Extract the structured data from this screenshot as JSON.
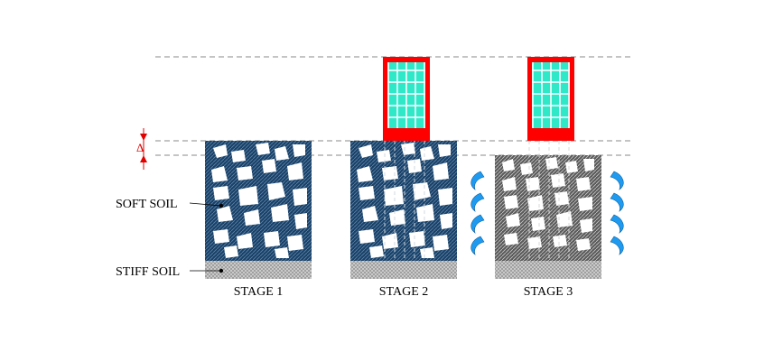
{
  "labels": {
    "soft_soil": "SOFT SOIL",
    "stiff_soil": "STIFF SOIL",
    "delta": "Δ"
  },
  "stages": [
    {
      "label": "STAGE 1"
    },
    {
      "label": "STAGE 2"
    },
    {
      "label": "STAGE 3"
    }
  ],
  "colors": {
    "soft_soil_fill": "#1b4064",
    "compressed_soil_fill": "#555555",
    "stiff_soil_fill": "#8c8c8c",
    "building_frame": "#ff0000",
    "building_windows": "#2ee8c8",
    "water_drops": "#1e9bf0",
    "delta_marker": "#e00000",
    "reference_lines": "#888888"
  },
  "icons": {
    "building": "building-icon",
    "water": "water-drop-icon"
  }
}
